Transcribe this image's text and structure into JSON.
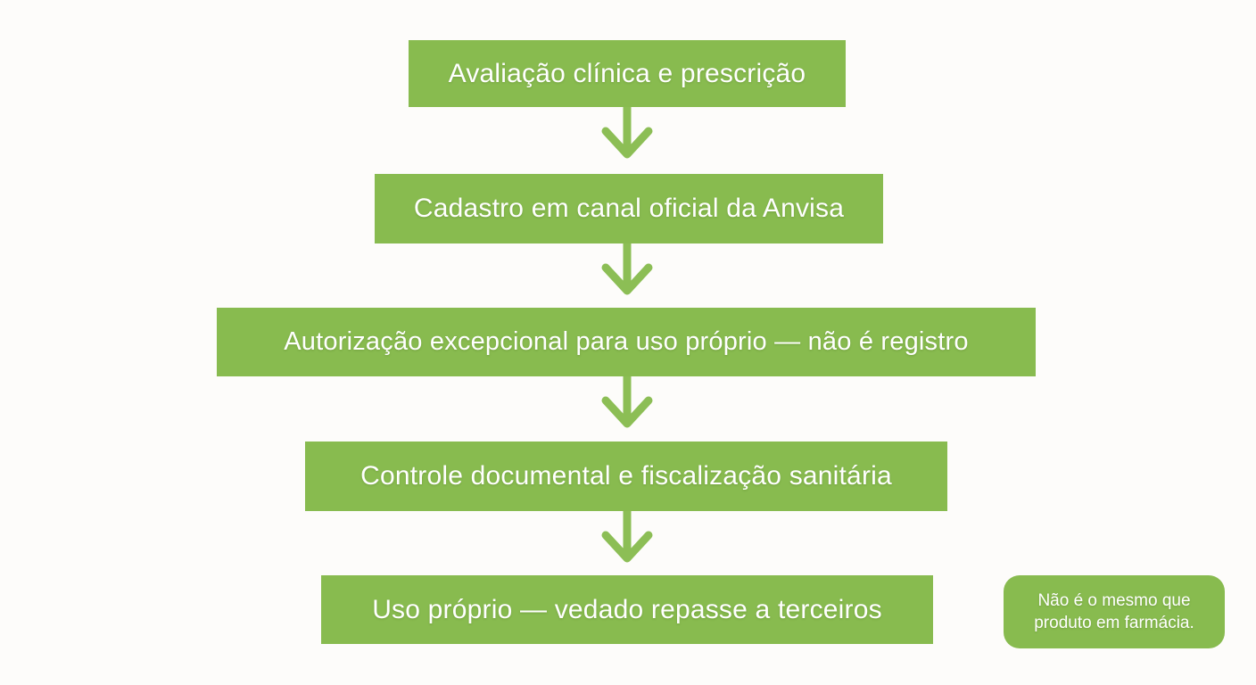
{
  "palette": {
    "accent_green": "#88bb4f",
    "arrow_green": "#8cbe55",
    "text_white": "#ffffff",
    "background": "#fdfcfa"
  },
  "flowchart": {
    "direction": "top-down",
    "steps": [
      {
        "label": "Avaliação clínica e prescrição"
      },
      {
        "label": "Cadastro em canal oficial da Anvisa"
      },
      {
        "label": "Autorização excepcional para uso próprio — não é registro"
      },
      {
        "label": "Controle documental e fiscalização sanitária"
      },
      {
        "label": "Uso próprio — vedado repasse a terceiros"
      }
    ],
    "connector_icon": "arrow-down-icon",
    "connector_count": 4
  },
  "note": {
    "text": "Não é o mesmo que produto em farmácia."
  }
}
